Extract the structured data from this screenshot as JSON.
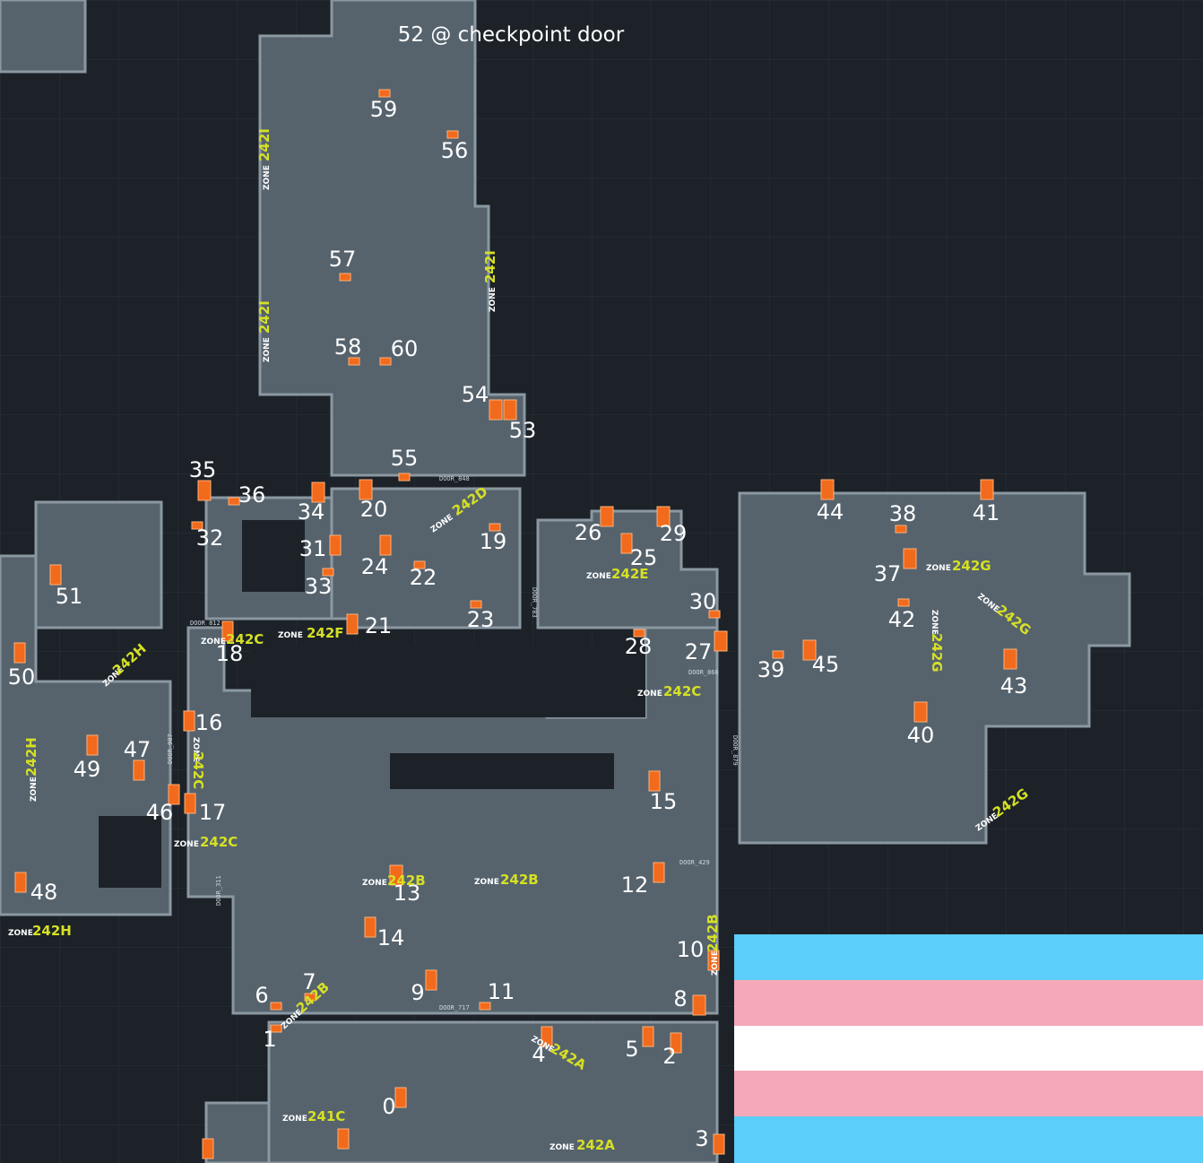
{
  "map_title": "52 @ checkpoint door",
  "markers": [
    "0",
    "1",
    "2",
    "3",
    "4",
    "5",
    "6",
    "7",
    "8",
    "9",
    "10",
    "11",
    "12",
    "13",
    "14",
    "15",
    "16",
    "17",
    "18",
    "19",
    "20",
    "21",
    "22",
    "23",
    "24",
    "25",
    "26",
    "27",
    "28",
    "29",
    "30",
    "31",
    "32",
    "33",
    "34",
    "35",
    "36",
    "37",
    "38",
    "39",
    "40",
    "41",
    "42",
    "43",
    "44",
    "45",
    "46",
    "47",
    "48",
    "49",
    "50",
    "51",
    "53",
    "54",
    "55",
    "56",
    "57",
    "58",
    "59",
    "60"
  ],
  "zone_word": "ZONE",
  "zones": [
    "242I",
    "242I",
    "242I",
    "242D",
    "242E",
    "242F",
    "242C",
    "242C",
    "242C",
    "242C",
    "242H",
    "242H",
    "242H",
    "242G",
    "242G",
    "242G",
    "242G",
    "242B",
    "242B",
    "242B",
    "242B",
    "242A",
    "242A",
    "241C"
  ],
  "doors": [
    "DOOR_848",
    "DOOR_783",
    "DOOR_866",
    "DOOR_879",
    "DOOR_429",
    "DOOR_717",
    "DOOR_311",
    "DOOR_907",
    "DOOR_812"
  ],
  "flag_colors": [
    "#5bcefa",
    "#f5a9b8",
    "#ffffff",
    "#f5a9b8",
    "#5bcefa"
  ],
  "colors": {
    "background": "#1c2228",
    "floor": "#56636d",
    "marker": "#f26a1b",
    "zone_label": "#d6e024"
  }
}
